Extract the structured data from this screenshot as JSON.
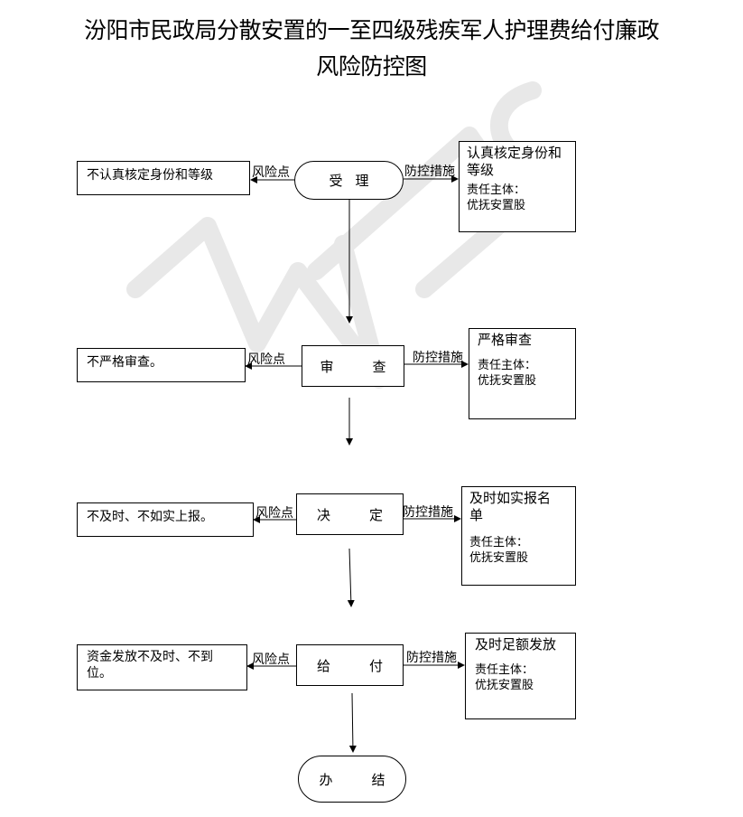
{
  "title": {
    "line1": "汾阳市民政局分散安置的一至四级残疾军人护理费给付廉政",
    "line2": "风险防控图"
  },
  "labels": {
    "risk": "风险点",
    "control": "防控措施"
  },
  "steps": [
    {
      "name": "受理",
      "risk": "不认真核定身份和等级",
      "measure": "认真核定身份和等级",
      "resp_label": "责任主体：",
      "resp_unit": "优抚安置股"
    },
    {
      "name": "审　查",
      "risk": "不严格审查。",
      "measure": "严格审查",
      "resp_label": "责任主体：",
      "resp_unit": "优抚安置股"
    },
    {
      "name": "决　定",
      "risk": "不及时、不如实上报。",
      "measure": "及时如实报名单",
      "resp_label": "责任主体：",
      "resp_unit": "优抚安置股"
    },
    {
      "name": "给　付",
      "risk": "资金发放不及时、不到位。",
      "measure": "及时足额发放",
      "resp_label": "责任主体：",
      "resp_unit": "优抚安置股"
    }
  ],
  "end": "办　结"
}
